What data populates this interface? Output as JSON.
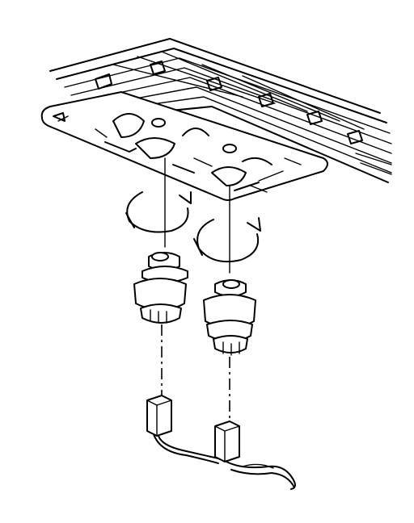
{
  "diagram": {
    "components": [
      {
        "id": "panel",
        "icon": "mounting-plate-icon"
      },
      {
        "id": "left-bulb",
        "icon": "bulb-socket-icon"
      },
      {
        "id": "right-bulb",
        "icon": "bulb-socket-icon"
      },
      {
        "id": "left-connector",
        "icon": "wire-connector-icon"
      },
      {
        "id": "right-connector",
        "icon": "wire-connector-icon"
      }
    ],
    "arrows": [
      {
        "id": "left-rotation",
        "icon": "rotate-arrow-icon"
      },
      {
        "id": "right-rotation",
        "icon": "rotate-arrow-icon"
      }
    ],
    "colors": {
      "line": "#000000",
      "background": "#ffffff"
    }
  }
}
